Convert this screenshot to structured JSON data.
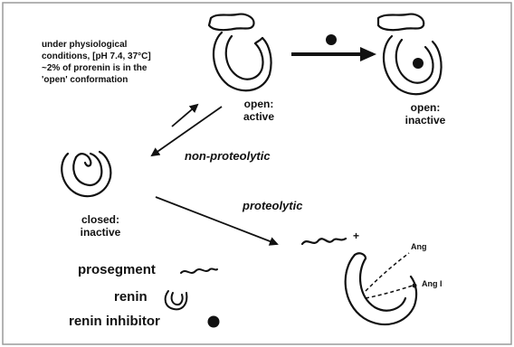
{
  "note": {
    "line1": "under physiological",
    "line2": "conditions, [pH 7.4, 37°C]",
    "line3": "~2% of prorenin is in the",
    "line4": "'open' conformation"
  },
  "states": {
    "open_active": {
      "line1": "open:",
      "line2": "active"
    },
    "open_inactive": {
      "line1": "open:",
      "line2": "inactive"
    },
    "closed_inactive": {
      "line1": "closed:",
      "line2": "inactive"
    }
  },
  "pathways": {
    "non_proteolytic": "non-proteolytic",
    "proteolytic": "proteolytic"
  },
  "products": {
    "ang": "Ang",
    "ang1": "Ang I",
    "plus": "+"
  },
  "legend": {
    "prosegment": "prosegment",
    "renin": "renin",
    "renin_inhibitor": "renin inhibitor"
  },
  "icons": {
    "inhibitor": "filled-circle-icon",
    "renin": "cup-shape-icon",
    "prosegment": "squiggle-icon"
  },
  "colors": {
    "ink": "#111111",
    "border": "#9a9a9a",
    "background": "#ffffff"
  }
}
